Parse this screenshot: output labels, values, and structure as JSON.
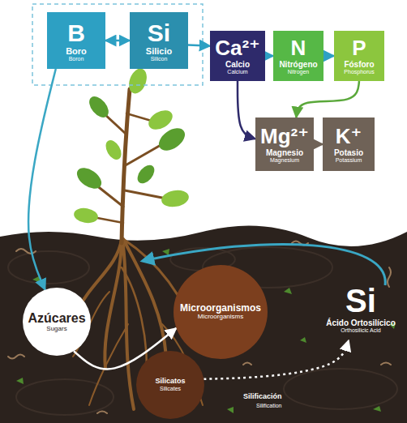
{
  "diagram": {
    "nodes": [
      {
        "text": [
          "B",
          "Boro",
          "Boron"
        ]
      },
      {
        "text": [
          "Si",
          "Silicio",
          "Silicon"
        ]
      },
      {
        "text": [
          "Ca²⁺",
          "Calcio",
          "Calcium"
        ]
      },
      {
        "text": [
          "N",
          "Nitrógeno",
          "Nitrogen"
        ]
      },
      {
        "text": [
          "P",
          "Fósforo",
          "Phosphorus"
        ]
      },
      {
        "text": [
          "Mg²⁺",
          "Magnesio",
          "Magnesium"
        ]
      },
      {
        "text": [
          "K⁺",
          "Potasio",
          "Potassium"
        ]
      },
      {
        "text": [
          "Azúcares",
          "Sugars"
        ]
      },
      {
        "text": [
          "Microorganismos",
          "Microorganisms"
        ]
      },
      {
        "text": [
          "Silicatos",
          "Silicates"
        ]
      },
      {
        "text": [
          "Si",
          "Ácido Ortosilícico",
          "Orthosilicic Acid"
        ]
      }
    ],
    "edges": [
      {
        "from": 0,
        "to": 1,
        "arrow": "both"
      },
      {
        "from": 1,
        "to": 2,
        "arrow": "to"
      },
      {
        "from": 2,
        "to": 3,
        "arrow": "to"
      },
      {
        "from": 3,
        "to": 4,
        "arrow": "to"
      },
      {
        "from": 2,
        "to": 5,
        "arrow": "to"
      },
      {
        "from": 4,
        "to": 5,
        "arrow": "to"
      },
      {
        "from": 5,
        "to": 6,
        "arrow": "to"
      },
      {
        "from": 0,
        "to": 7,
        "arrow": "to"
      },
      {
        "from": 7,
        "to": 8,
        "arrow": "to"
      },
      {
        "from": 9,
        "to": 10,
        "arrow": "to"
      }
    ],
    "labels": [
      "Silificación",
      "Silification"
    ]
  }
}
